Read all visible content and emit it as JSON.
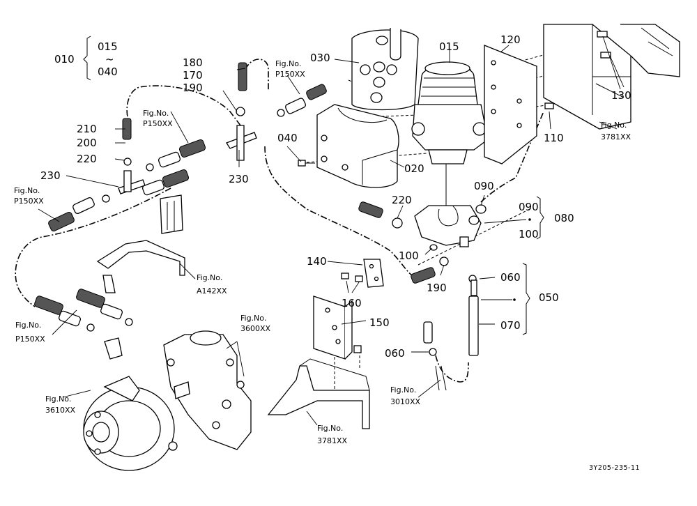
{
  "diagram": {
    "code": "3Y205-235-11",
    "labels": {
      "p010": "010",
      "p015a": "015",
      "tilde": "~",
      "p040a": "040",
      "p015": "015",
      "p020": "020",
      "p030": "030",
      "p040": "040",
      "p050": "050",
      "p060a": "060",
      "p060b": "060",
      "p070": "070",
      "p080": "080",
      "p090a": "090",
      "p090b": "090",
      "p100a": "100",
      "p100b": "100",
      "p110": "110",
      "p120": "120",
      "p130": "130",
      "p140": "140",
      "p150": "150",
      "p160": "160",
      "p170": "170",
      "p180": "180",
      "p190a": "190",
      "p190b": "190",
      "p200": "200",
      "p210": "210",
      "p220a": "220",
      "p220b": "220",
      "p230a": "230",
      "p230b": "230"
    },
    "figrefs": [
      {
        "caption": "Fig.No.",
        "ref": "P150XX"
      },
      {
        "caption": "Fig.No.",
        "ref": "P150XX"
      },
      {
        "caption": "Fig.No.",
        "ref": "P150XX"
      },
      {
        "caption": "Fig.No.",
        "ref": "P150XX"
      },
      {
        "caption": "Fig.No.",
        "ref": "3781XX"
      },
      {
        "caption": "Fig.No.",
        "ref": "A142XX"
      },
      {
        "caption": "Fig.No.",
        "ref": "3600XX"
      },
      {
        "caption": "Fig.No.",
        "ref": "3610XX"
      },
      {
        "caption": "Fig.No.",
        "ref": "3781XX"
      },
      {
        "caption": "Fig.No.",
        "ref": "3010XX"
      }
    ]
  }
}
